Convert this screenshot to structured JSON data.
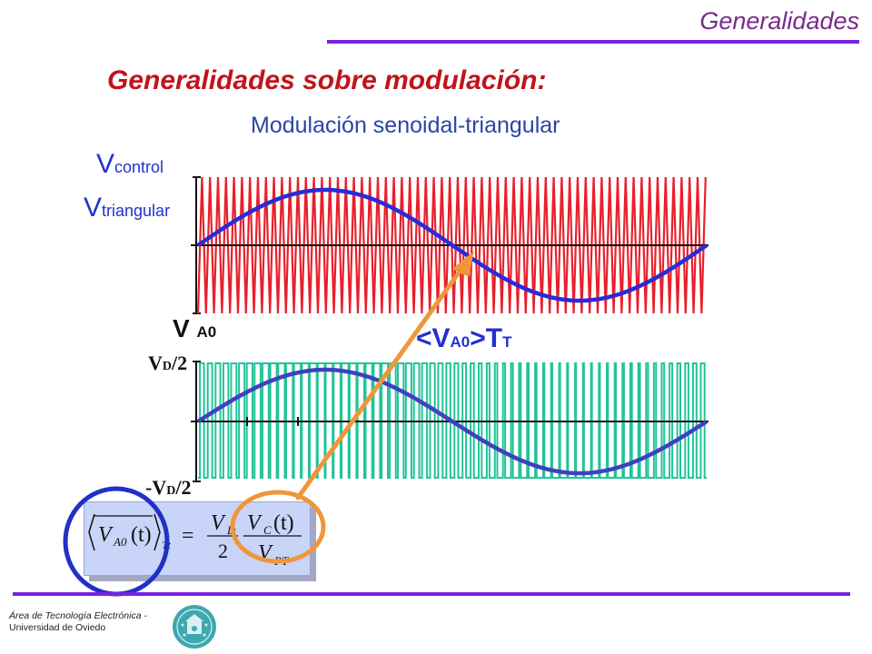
{
  "header": {
    "title": "Generalidades"
  },
  "main": {
    "title": "Generalidades sobre modulación:",
    "subtitle": "Modulación senoidal-triangular"
  },
  "labels": {
    "v_control_main": "V",
    "v_control_sub": "control",
    "v_triangular_main": "V",
    "v_triangular_sub": "triangular",
    "va0_main": "V",
    "va0_sub": "A0",
    "avg_open": "<V",
    "avg_sub": "A0",
    "avg_close": ">T",
    "avg_period_sub": "T",
    "vd_pos_main": "V",
    "vd_pos_sub": "D",
    "vd_pos_tail": "/2",
    "vd_neg_main": "-V",
    "vd_neg_sub": "D",
    "vd_neg_tail": "/2"
  },
  "formula": {
    "lhs_v": "V",
    "lhs_sub": "A0",
    "lhs_arg": "(t)",
    "lhs_period": "Tt",
    "rhs_num_left": "V",
    "rhs_num_left_sub": "D",
    "rhs_den_left": "2",
    "rhs_num_right": "V",
    "rhs_num_right_sub": "C",
    "rhs_num_right_arg": "(t)",
    "rhs_den_right": "V",
    "rhs_den_right_sub": "PT"
  },
  "footer": {
    "line1": "Área de Tecnología Electrónica -",
    "line2": "Universidad de Oviedo"
  },
  "colors": {
    "triangular": "#e8202a",
    "control": "#2b2bd6",
    "output": "#22c49a",
    "output_sine": "#4040c0",
    "arrow": "#f0963a",
    "highlight_circle_right": "#f0963a",
    "highlight_circle_left": "#2030c8",
    "accent_rule": "#7a22e0"
  },
  "icons": {
    "logo": "university-seal-icon"
  }
}
